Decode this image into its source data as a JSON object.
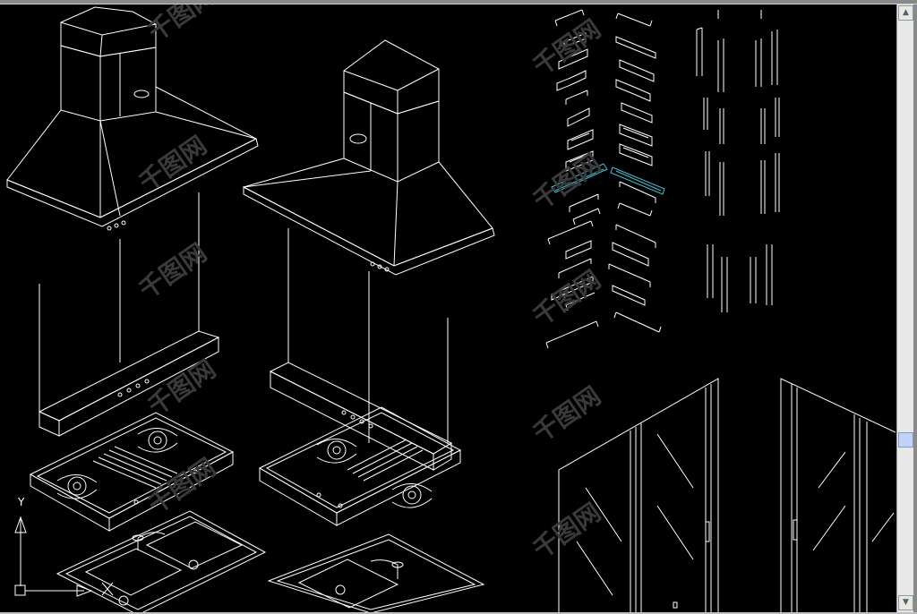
{
  "app": {
    "type": "cad-drawing-viewport",
    "background_color": "#000000",
    "line_color": "#ffffff",
    "selected_color": "#3cc4d0"
  },
  "ucs": {
    "y_label": "Y",
    "x_label": "X"
  },
  "watermark": {
    "text": "千图网",
    "color": "#3a3a3a"
  },
  "scrollbar": {
    "up_icon": "arrow-up-icon",
    "down_icon": "arrow-down-icon",
    "thumb_position_fraction": 0.72
  },
  "drawing": {
    "objects": [
      "range-hood-left",
      "range-hood-right",
      "gas-hob-left",
      "gas-hob-right",
      "sink-left",
      "sink-right",
      "cabinet-handles-catalog",
      "glass-door-panels"
    ]
  }
}
